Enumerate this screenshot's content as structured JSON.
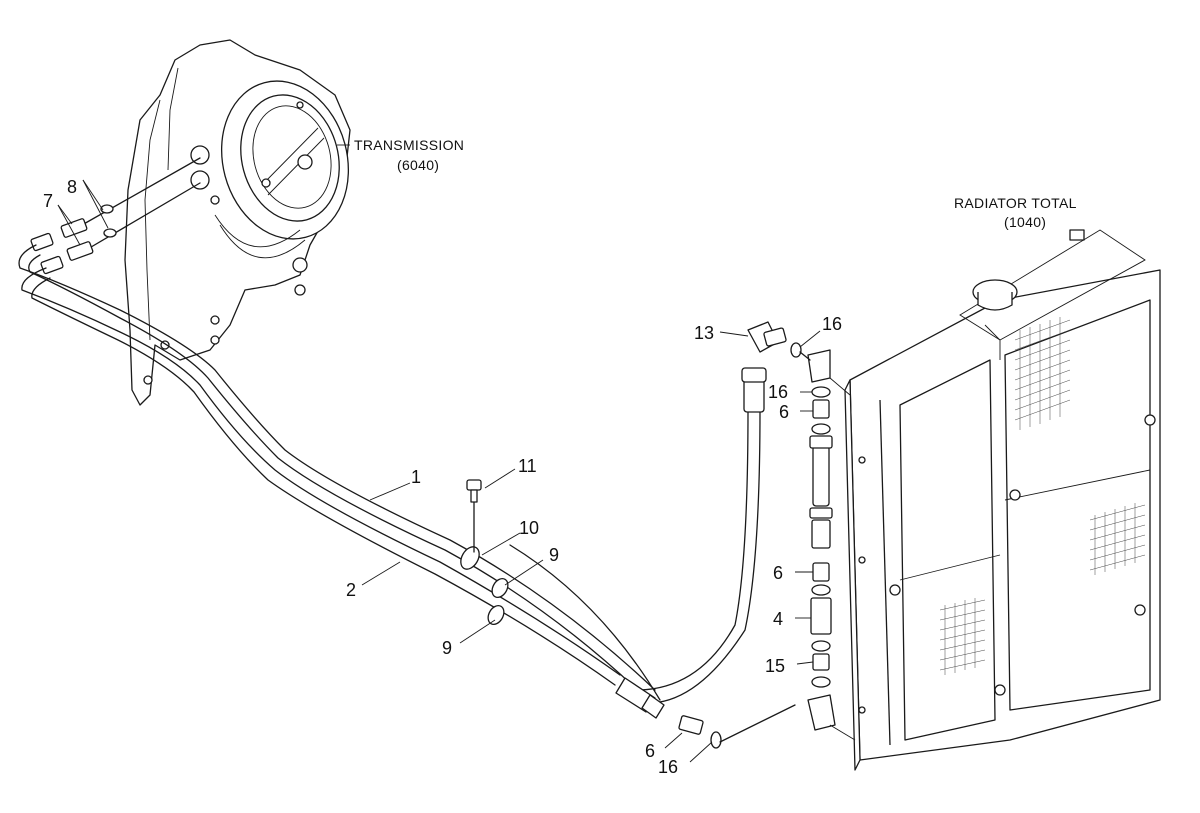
{
  "assemblies": {
    "transmission": {
      "name": "TRANSMISSION",
      "code": "(6040)"
    },
    "radiator": {
      "name": "RADIATOR TOTAL",
      "code": "(1040)"
    }
  },
  "callouts": {
    "hose_1": "1",
    "hose_2": "2",
    "hose_4": "4",
    "connector_6_a": "6",
    "connector_6_b": "6",
    "connector_6_c": "6",
    "connector_7": "7",
    "oring_8": "8",
    "clamp_9_a": "9",
    "clamp_9_b": "9",
    "clamp_10": "10",
    "bolt_11": "11",
    "elbow_13": "13",
    "connector_15": "15",
    "oring_16_a": "16",
    "oring_16_b": "16",
    "oring_16_c": "16"
  }
}
